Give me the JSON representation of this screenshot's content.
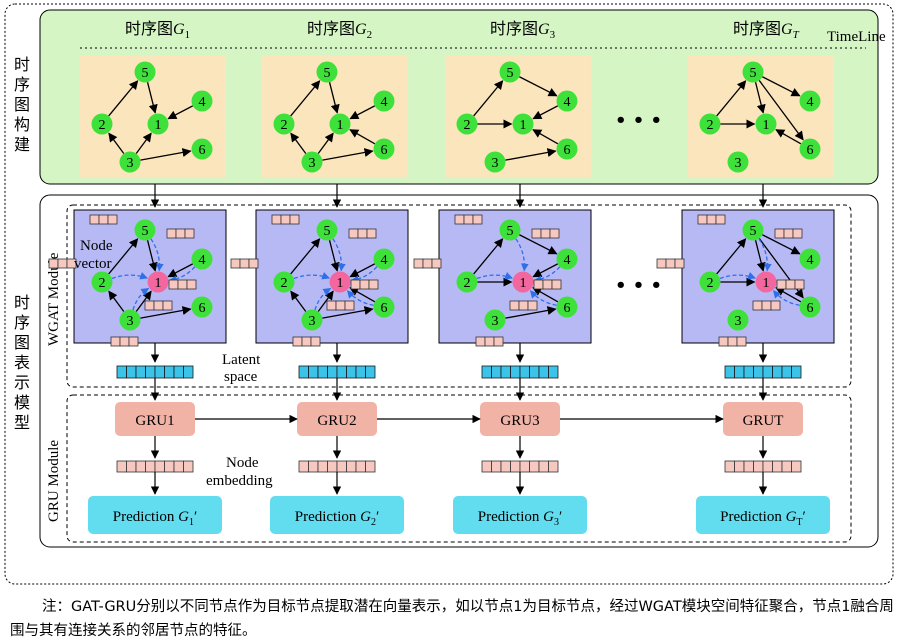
{
  "sections": {
    "construction_label": "时序图构建",
    "model_label": "时序图表示模型",
    "wgat_module": "WGAT Module",
    "gru_module": "GRU Module",
    "timeline": "TimeLine"
  },
  "snapshots": [
    {
      "title_prefix": "时序图",
      "title_var": "G",
      "title_sub": "1",
      "gru": "GRU1",
      "pred_prefix": "Prediction",
      "pred_var": "G",
      "pred_sub": "1",
      "pred_prime": "′"
    },
    {
      "title_prefix": "时序图",
      "title_var": "G",
      "title_sub": "2",
      "gru": "GRU2",
      "pred_prefix": "Prediction",
      "pred_var": "G",
      "pred_sub": "2",
      "pred_prime": "′"
    },
    {
      "title_prefix": "时序图",
      "title_var": "G",
      "title_sub": "3",
      "gru": "GRU3",
      "pred_prefix": "Prediction",
      "pred_var": "G",
      "pred_sub": "3",
      "pred_prime": "′"
    },
    {
      "title_prefix": "时序图",
      "title_var": "G",
      "title_sub": "T",
      "gru": "GRUT",
      "pred_prefix": "Prediction",
      "pred_var": "G",
      "pred_sub": "T",
      "pred_prime": "′"
    }
  ],
  "ellipsis": "• • •",
  "node_labels": [
    "1",
    "2",
    "3",
    "4",
    "5",
    "6"
  ],
  "annotations": {
    "node_vector_1": "Node",
    "node_vector_2": "vector",
    "latent_1": "Latent",
    "latent_2": "space",
    "embed_1": "Node",
    "embed_2": "embedding"
  },
  "caption": "注：GAT-GRU分别以不同节点作为目标节点提取潜在向量表示，如以节点1为目标节点，经过WGAT模块空间特征聚合，节点1融合周围与其有连接关系的邻居节点的特征。",
  "colors": {
    "construction_bg": "#d5f5c5",
    "graph_bg": "#fbe5bd",
    "wgat_bg": "#b7b9f5",
    "node_green": "#3ee13a",
    "node_pink": "#f2679e",
    "gru_box": "#f2b3a7",
    "cyan_vector": "#3bc3e9",
    "pred_box": "#62dcef",
    "small_vector": "#f6c8c0",
    "blue_dashed": "#2f6fe8"
  }
}
